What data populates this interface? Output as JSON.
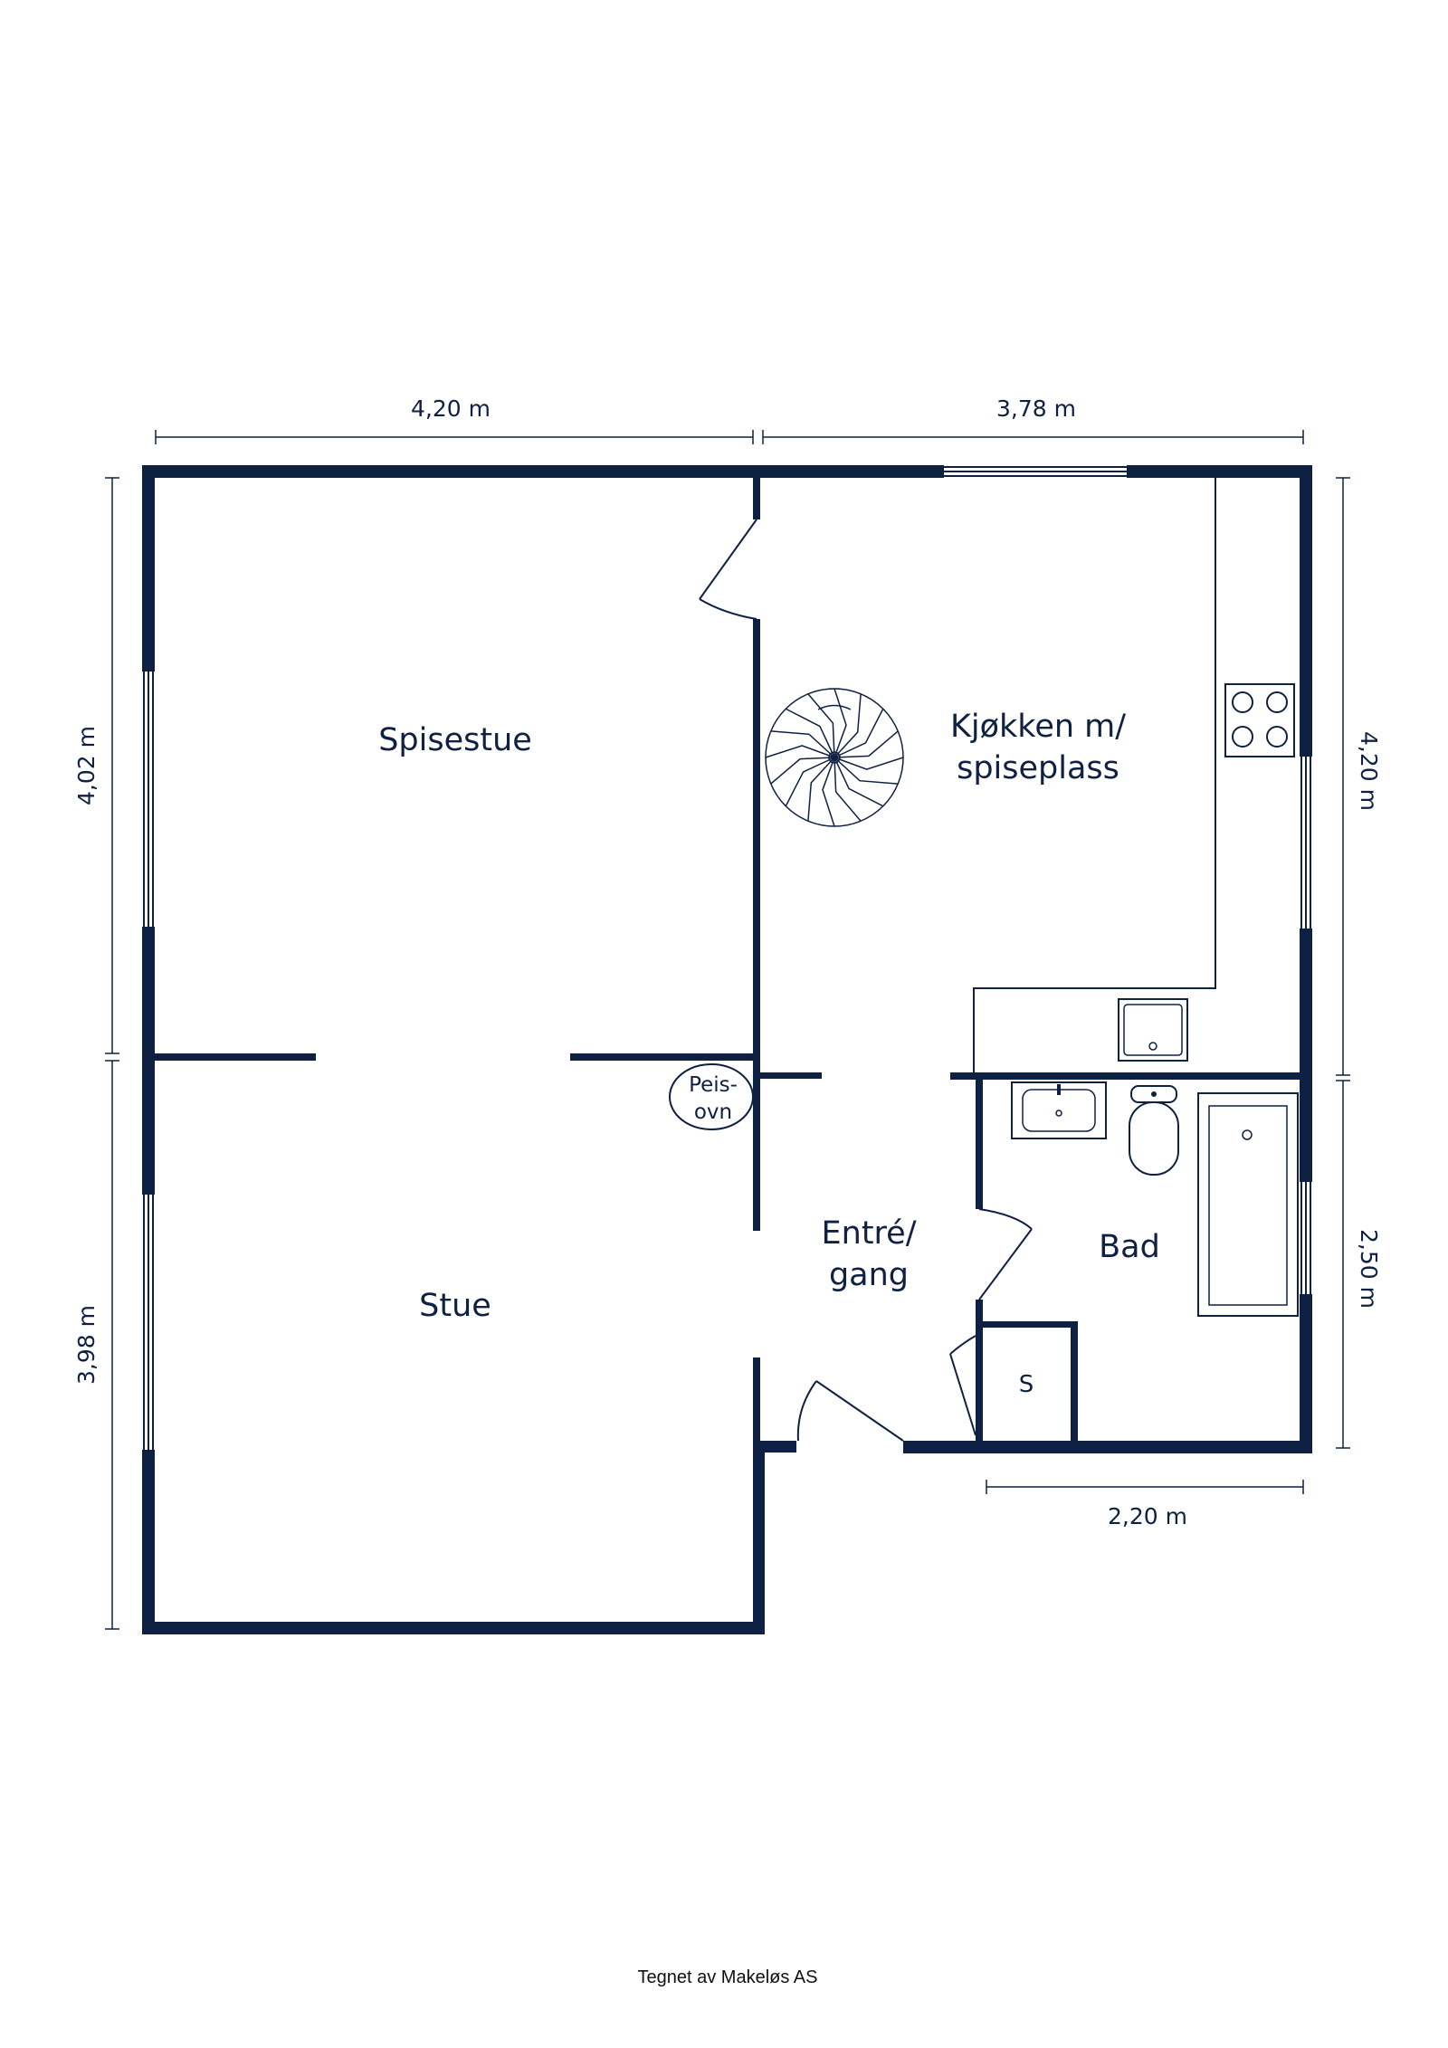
{
  "rooms": {
    "spisestue": "Spisestue",
    "kjokken_line1": "Kjøkken m/",
    "kjokken_line2": "spiseplass",
    "stue": "Stue",
    "entre_line1": "Entré/",
    "entre_line2": "gang",
    "bad": "Bad",
    "bod": "S"
  },
  "fixtures": {
    "peisovn_line1": "Peis-",
    "peisovn_line2": "ovn"
  },
  "dimensions": {
    "top_left": "4,20 m",
    "top_right": "3,78 m",
    "left_upper": "4,02 m",
    "left_lower": "3,98 m",
    "right_upper": "4,20 m",
    "right_lower": "2,50 m",
    "bottom": "2,20 m"
  },
  "footer": {
    "credit": "Tegnet av Makeløs AS"
  },
  "colors": {
    "wall": "#0f2142",
    "background": "#ffffff"
  }
}
